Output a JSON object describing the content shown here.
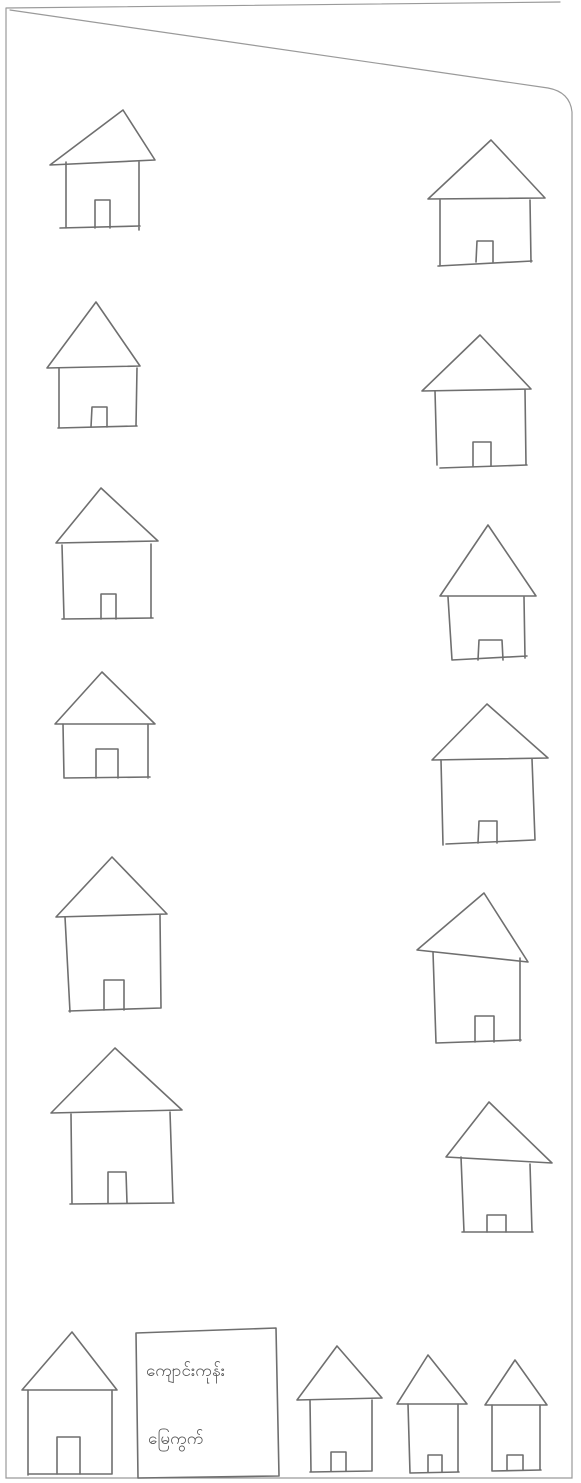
{
  "sign": {
    "line1": "ကျောင်းကုန်း",
    "line2": "မြေကွက်"
  },
  "houses": {
    "left_column_count": 6,
    "right_column_count": 6,
    "bottom_row_count": 4,
    "total": 16
  }
}
